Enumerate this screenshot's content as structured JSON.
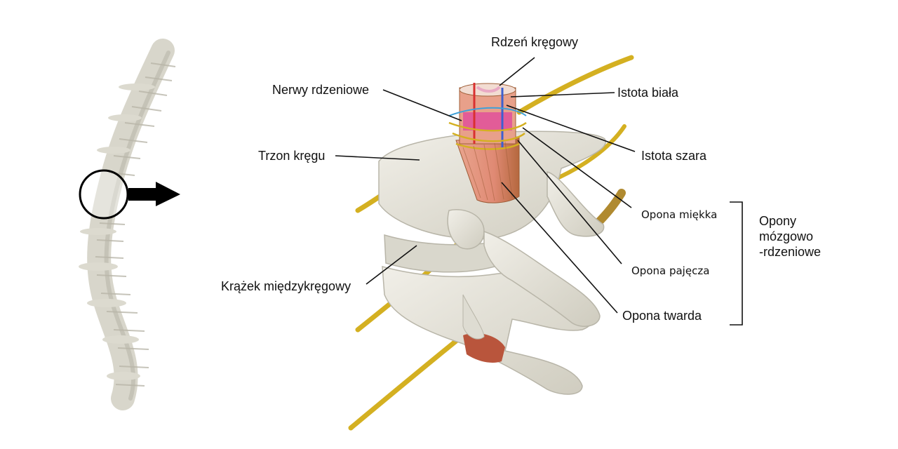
{
  "labels": {
    "spinal_cord": "Rdzeń kręgowy",
    "spinal_nerves": "Nerwy rdzeniowe",
    "white_matter": "Istota biała",
    "vertebral_body": "Trzon kręgu",
    "gray_matter": "Istota szara",
    "pia_mater": "Opona miękka",
    "arachnoid_mater": "Opona pajęcza",
    "intervertebral_disc": "Krążek międzykręgowy",
    "dura_mater": "Opona twarda"
  },
  "meninges_group": {
    "line1": "Opony",
    "line2": "mózgowo",
    "line3": "-rdzeniowe"
  },
  "colors": {
    "bone": "#e7e5dc",
    "bone_shade": "#c9c6b8",
    "nerve": "#d9b62a",
    "cord_pink": "#e89a86",
    "cord_magenta": "#e0509a",
    "dura": "#c97a4a",
    "leader": "#111111"
  },
  "icons": [
    "zoom-circle-icon",
    "arrow-right-icon"
  ]
}
